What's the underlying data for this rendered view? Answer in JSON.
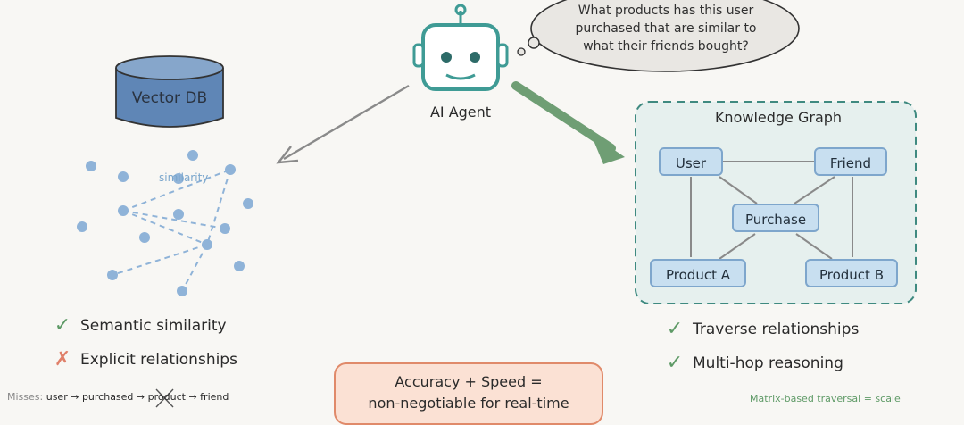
{
  "question_bubble": {
    "lines": [
      "What products has this user",
      "purchased that are similar to",
      "what their friends bought?"
    ]
  },
  "agent": {
    "label": "AI Agent"
  },
  "vector_db": {
    "label": "Vector DB",
    "similarity_label": "similarity"
  },
  "knowledge_graph": {
    "title": "Knowledge Graph",
    "nodes": {
      "user": "User",
      "friend": "Friend",
      "purchase": "Purchase",
      "product_a": "Product A",
      "product_b": "Product B"
    }
  },
  "vector_checks": [
    {
      "status": "check",
      "text": "Semantic similarity"
    },
    {
      "status": "cross",
      "text": "Explicit relationships"
    }
  ],
  "graph_checks": [
    {
      "status": "check",
      "text": "Traverse relationships"
    },
    {
      "status": "check",
      "text": "Multi-hop reasoning"
    }
  ],
  "misses": {
    "prefix": "Misses:",
    "chain": [
      "user",
      "purchased",
      "product",
      "friend"
    ]
  },
  "callout": {
    "lines": [
      "Accuracy + Speed =",
      "non-negotiable for real-time"
    ]
  },
  "matrix_note": "Matrix-based traversal = scale",
  "colors": {
    "robot": "#3f9b95",
    "node_fill": "#c8dff0",
    "node_border": "#7ea6cc",
    "kg_bg": "#e6f0ee",
    "kg_border": "#3f8a80",
    "check": "#5e9a66",
    "cross": "#e0806a",
    "arrow_left": "#8a8a8a",
    "arrow_right": "#6f9e74",
    "dots": "#8fb3d8"
  }
}
